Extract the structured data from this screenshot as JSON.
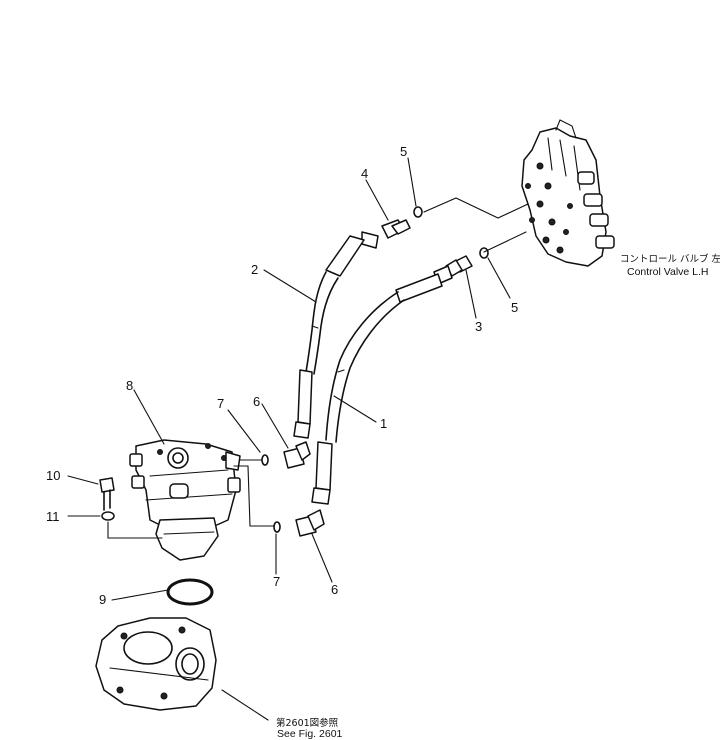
{
  "callouts": {
    "c1": "1",
    "c2": "2",
    "c3": "3",
    "c4": "4",
    "c5a": "5",
    "c5b": "5",
    "c6a": "6",
    "c6b": "6",
    "c7a": "7",
    "c7b": "7",
    "c8": "8",
    "c9": "9",
    "c10": "10",
    "c11": "11"
  },
  "notes": {
    "control_valve_jp": "コントロール バルブ 左",
    "control_valve_en": "Control Valve L.H",
    "see_fig_jp": "第2601図参照",
    "see_fig_en": "See Fig. 2601"
  }
}
